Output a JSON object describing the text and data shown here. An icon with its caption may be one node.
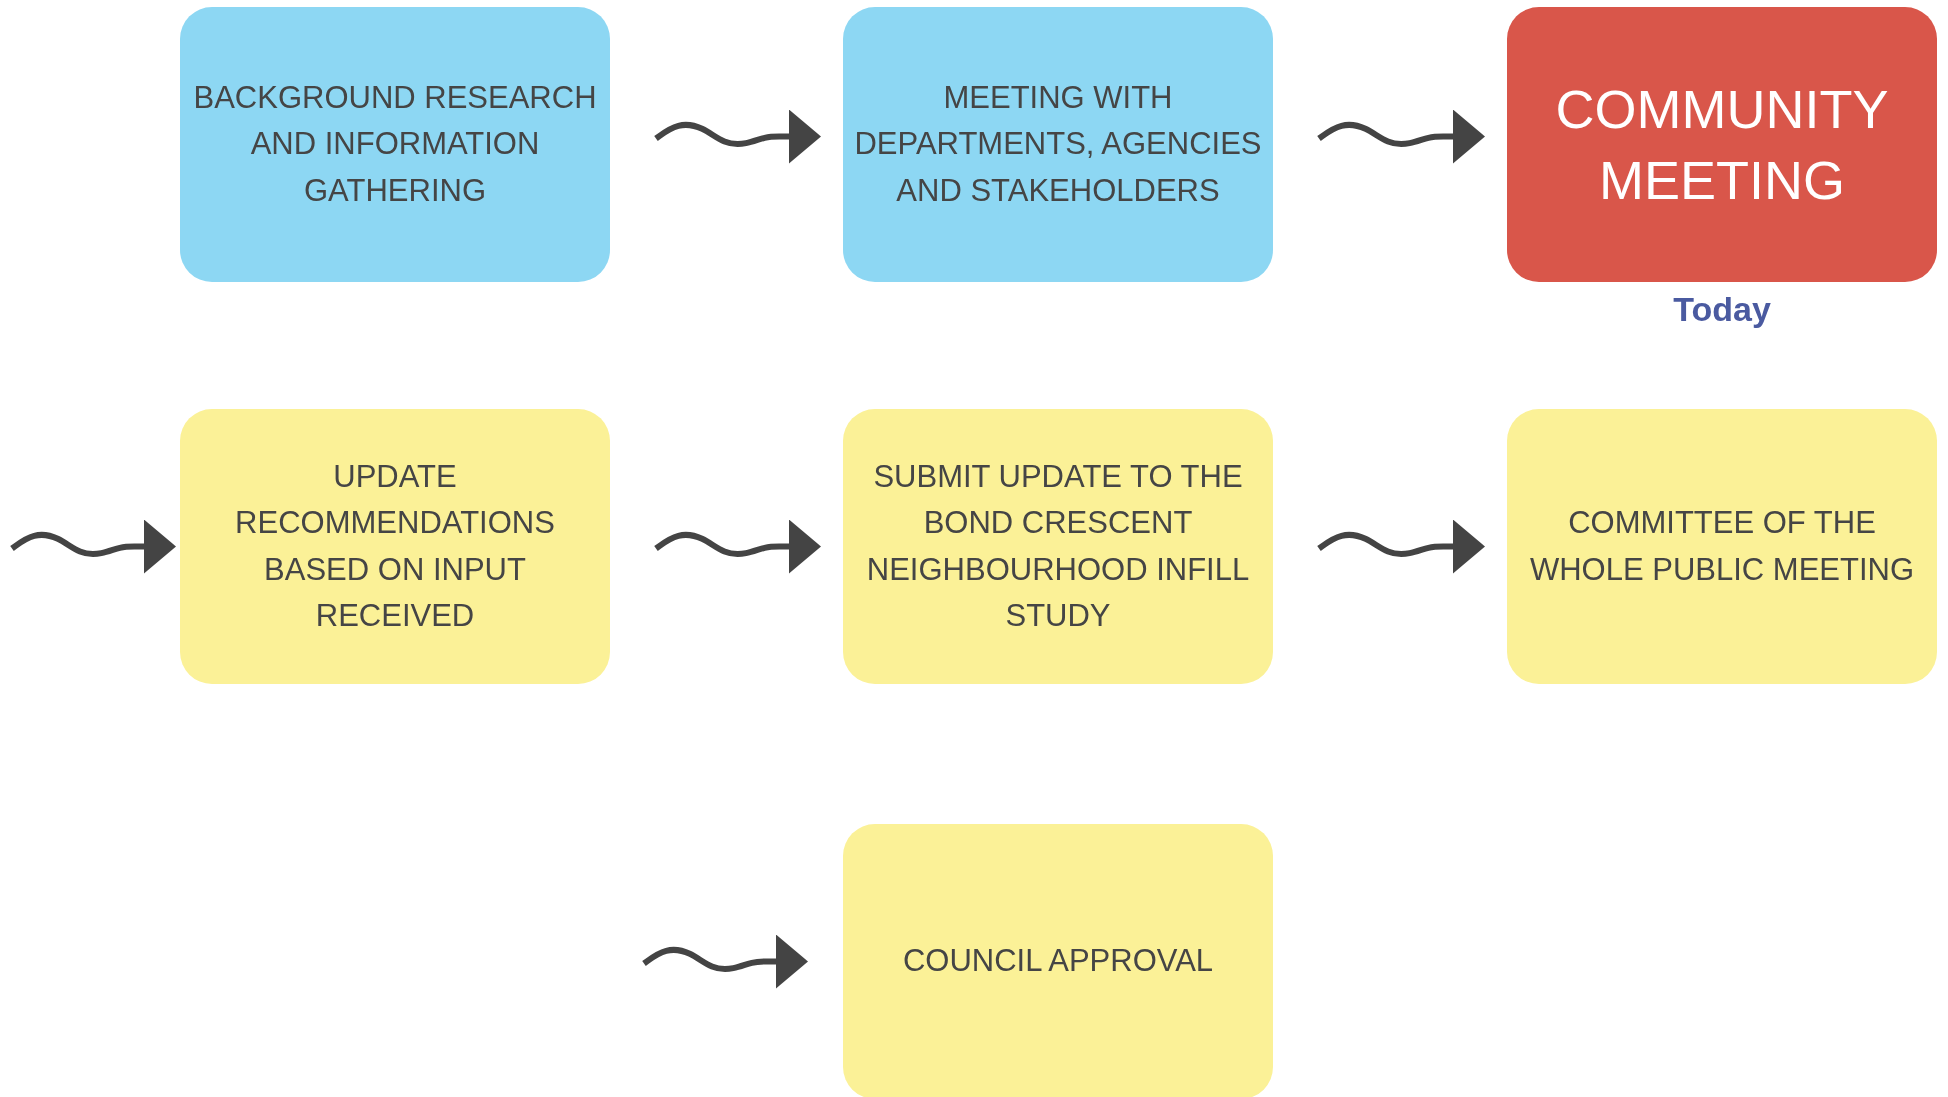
{
  "diagram": {
    "nodes": [
      {
        "text": [
          "BACKGROUND RESEARCH AND INFORMATION GATHERING"
        ]
      },
      {
        "text": [
          "MEETING WITH DEPARTMENTS, AGENCIES AND STAKEHOLDERS"
        ]
      },
      {
        "text": [
          "COMMUNITY MEETING"
        ],
        "beside": [
          "Today"
        ]
      },
      {
        "text": [
          "UPDATE RECOMMENDATIONS BASED ON INPUT RECEIVED"
        ]
      },
      {
        "text": [
          "SUBMIT UPDATE TO THE BOND CRESCENT NEIGHBOURHOOD INFILL STUDY"
        ]
      },
      {
        "text": [
          "COMMITTEE OF THE WHOLE PUBLIC MEETING"
        ]
      },
      {
        "text": [
          "COUNCIL APPROVAL"
        ]
      }
    ],
    "edges": [
      {
        "from": 0,
        "to": 1,
        "arrow": "to"
      },
      {
        "from": 1,
        "to": 2,
        "arrow": "to"
      },
      {
        "from": null,
        "to": 3,
        "arrow": "to"
      },
      {
        "from": 3,
        "to": 4,
        "arrow": "to"
      },
      {
        "from": 4,
        "to": 5,
        "arrow": "to"
      },
      {
        "from": null,
        "to": 6,
        "arrow": "to"
      }
    ]
  }
}
